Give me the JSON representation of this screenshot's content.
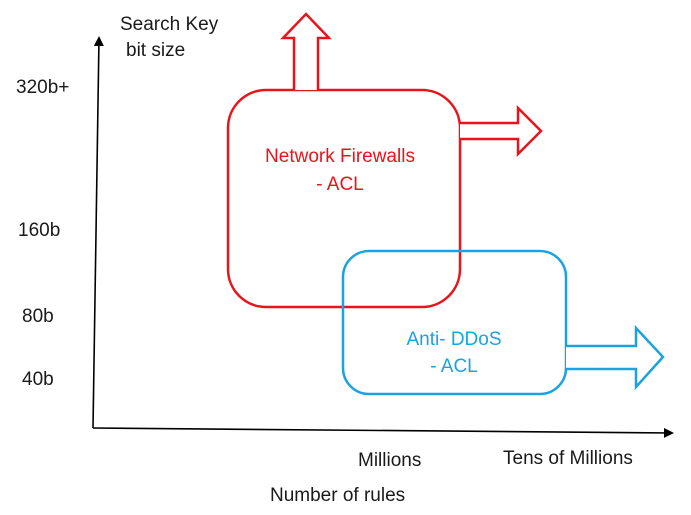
{
  "y_axis": {
    "label_line1": "Search Key",
    "label_line2": "bit size",
    "ticks": [
      "320b+",
      "160b",
      "80b",
      "40b"
    ]
  },
  "x_axis": {
    "title": "Number of rules",
    "ticks": [
      "Millions",
      "Tens of Millions"
    ]
  },
  "regions": [
    {
      "line1": "Network Firewalls",
      "line2": "- ACL",
      "color": "#e8141c"
    },
    {
      "line1": "Anti- DDoS",
      "line2": "- ACL",
      "color": "#1aa3e0"
    }
  ]
}
